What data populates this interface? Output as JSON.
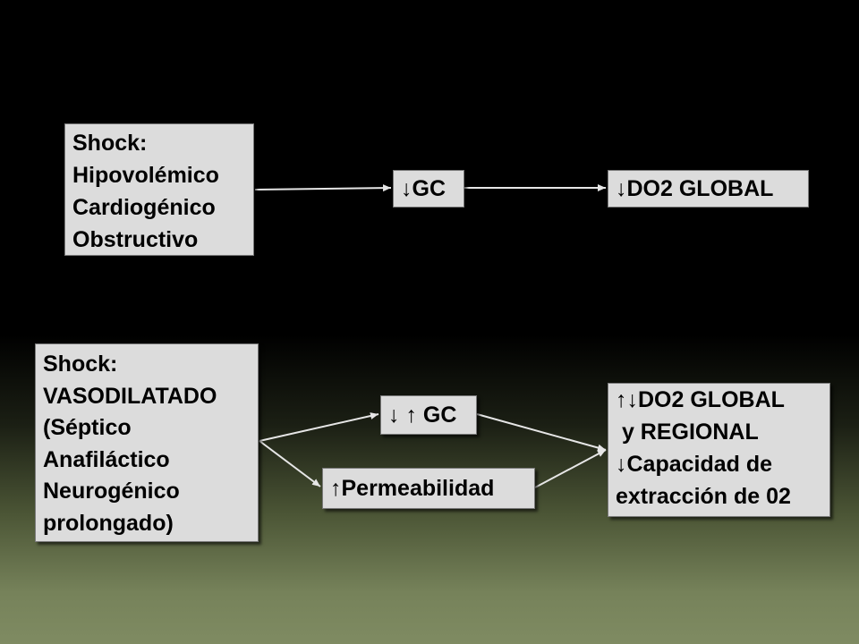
{
  "diagram": {
    "top_row": {
      "source": {
        "lines": [
          "Shock:",
          "Hipovolémico",
          "Cardiogénico",
          "Obstructivo"
        ]
      },
      "middle": "↓GC",
      "result": "↓DO2 GLOBAL"
    },
    "bottom_row": {
      "source": {
        "lines": [
          "Shock:",
          "VASODILATADO",
          "(Séptico",
          "Anafiláctico",
          "Neurogénico",
          "prolongado)"
        ]
      },
      "branch_upper": "↓ ↑ GC",
      "branch_lower": "↑Permeabilidad",
      "result": {
        "lines": [
          "↑↓DO2 GLOBAL",
          " y REGIONAL",
          "↓Capacidad de",
          "extracción de 02"
        ]
      }
    }
  },
  "colors": {
    "box_fill": "#dcdcdc",
    "box_border": "#7a7a7a",
    "arrow": "#e6e6e6",
    "background_top": "#000000",
    "background_bottom": "#7f8b62"
  }
}
